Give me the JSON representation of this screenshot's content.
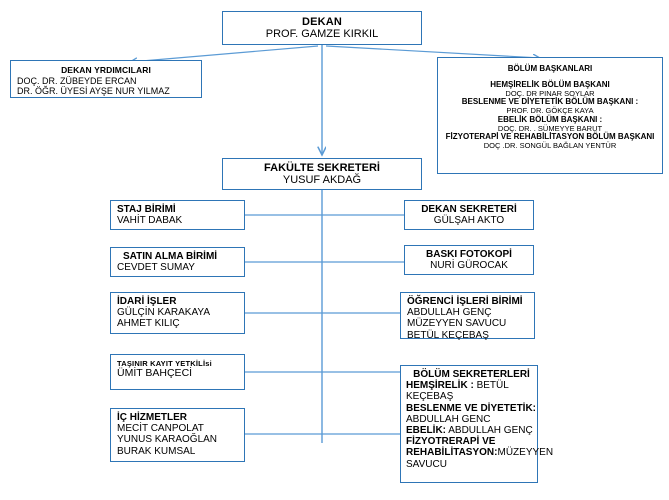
{
  "title": "Fakülte Organizasyon Şeması",
  "colors": {
    "border": "#2E75B6",
    "connector": "#5B9BD5",
    "text": "#000000",
    "background": "#FFFFFF"
  },
  "nodes": {
    "dekan": {
      "title": "DEKAN",
      "people": [
        "PROF.  GAMZE KIRKIL"
      ]
    },
    "dekan_yardimcilari": {
      "title": "DEKAN YRDIMCILARI",
      "people": [
        "DOÇ. DR.  ZÜBEYDE ERCAN",
        "DR. ÖĞR. ÜYESİ   AYŞE NUR YILMAZ"
      ]
    },
    "bolum_baskanlari": {
      "title": "BÖLÜM BAŞKANLARI",
      "entries": [
        {
          "role": "HEMŞİRELİK BÖLÜM BAŞKANI",
          "person": "DOÇ. DR   PINAR SOYLAR"
        },
        {
          "role": "BESLENME VE DİYETETİK BÖLÜM BAŞKANI  :",
          "person": "PROF. DR.  GÖKÇE KAYA"
        },
        {
          "role": "EBELİK BÖLÜM BAŞKANI :",
          "person": "DOÇ. DR. . SÜMEYYE BARUT"
        },
        {
          "role": "FİZYOTERAPİ VE REHABİLİTASYON BÖLÜM BAŞKANI",
          "person": "DOÇ .DR.  SONGÜL BAĞLAN YENTÜR"
        }
      ]
    },
    "fakulte_sekreteri": {
      "title": "FAKÜLTE SEKRETERİ",
      "people": [
        "YUSUF AKDAĞ"
      ]
    },
    "staj_birimi": {
      "title": "STAJ BİRİMİ",
      "people": [
        "VAHİT DABAK"
      ]
    },
    "satin_alma_birimi": {
      "title": "SATIN ALMA BİRİMİ",
      "people": [
        "CEVDET SUMAY"
      ]
    },
    "idari_isler": {
      "title": "İDARİ İŞLER",
      "people": [
        "GÜLÇİN KARAKAYA",
        "AHMET KILIÇ"
      ]
    },
    "tasinir_kayit": {
      "title": "TAŞINIR KAYIT YETKİLİsi",
      "people": [
        "ÜMİT BAHÇECİ"
      ]
    },
    "ic_hizmetler": {
      "title": "İÇ HİZMETLER",
      "people": [
        "MECİT CANPOLAT",
        "YUNUS KARAOĞLAN",
        "BURAK KUMSAL"
      ]
    },
    "dekan_sekreteri": {
      "title": "DEKAN SEKRETERİ",
      "people": [
        "GÜLŞAH AKTO"
      ]
    },
    "baski_fotokopi": {
      "title": "BASKI FOTOKOPİ",
      "people": [
        "NURİ GÜROCAK"
      ]
    },
    "ogrenci_isleri_birimi": {
      "title": "ÖĞRENCİ İŞLERİ BİRİMİ",
      "people": [
        "ABDULLAH GENÇ",
        "MÜZEYYEN SAVUCU",
        "BETÜL KEÇEBAŞ"
      ]
    },
    "bolum_sekreterleri": {
      "title": "BÖLÜM SEKRETERLERİ",
      "entries": [
        {
          "role": "HEMŞİRELİK : ",
          "person": "BETÜL KEÇEBAŞ"
        },
        {
          "role": "BESLENME VE DİYETETİK:",
          "person": "ABDULLAH GENC"
        },
        {
          "role": "EBELİK:",
          "person": " ABDULLAH GENÇ"
        },
        {
          "role": "FİZYOTRERAPİ VE REHABİLİTASYON:",
          "person": "MÜZEYYEN SAVUCU"
        }
      ]
    }
  }
}
